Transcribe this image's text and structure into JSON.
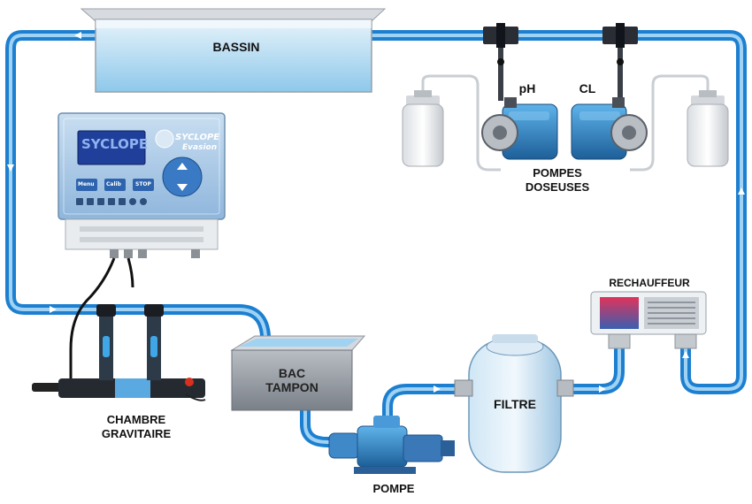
{
  "labels": {
    "bassin": "BASSIN",
    "ph": "pH",
    "cl": "CL",
    "pompes_doseuses": [
      "POMPES",
      "DOSEUSES"
    ],
    "rechauffeur": "RECHAUFFEUR",
    "bac_tampon": [
      "BAC",
      "TAMPON"
    ],
    "filtre": "FILTRE",
    "pompe": "POMPE",
    "chambre_gravitaire": [
      "CHAMBRE",
      "GRAVITAIRE"
    ]
  },
  "controller": {
    "lcd_brand": "SYCLOPE",
    "logo_brand": "SYCLOPE",
    "logo_model": "Evasion",
    "buttons": [
      "Menu",
      "Calib",
      "STOP"
    ]
  },
  "colors": {
    "pipe": "#1d7fd0",
    "pipe_light": "#8ec7f0",
    "pump_blue": "#2f7fbf",
    "controller_panel": "#a9c9e6",
    "lcd": "#1f3f9a"
  }
}
